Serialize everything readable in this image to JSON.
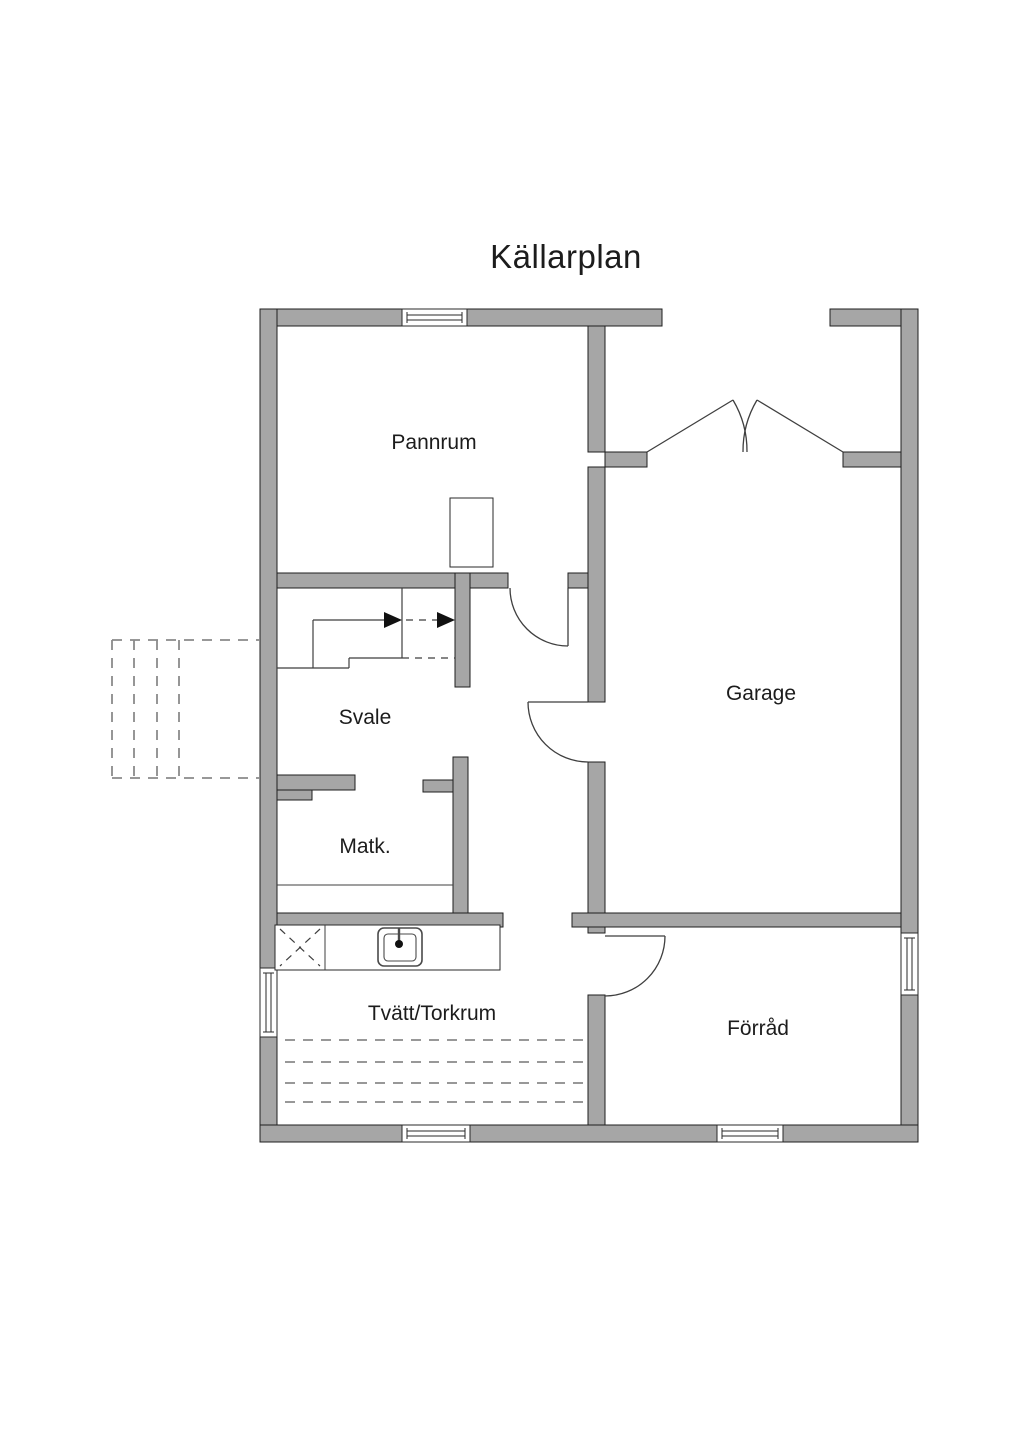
{
  "title": "Källarplan",
  "rooms": [
    {
      "name": "Pannrum"
    },
    {
      "name": "Garage"
    },
    {
      "name": "Svale"
    },
    {
      "name": "Matk."
    },
    {
      "name": "Tvätt/Torkrum"
    },
    {
      "name": "Förråd"
    }
  ],
  "colors": {
    "background": "#ffffff",
    "wall_fill": "#a6a6a6",
    "wall_outline": "#1f1f1f",
    "text": "#1c1c1c",
    "detail_line": "#3f3f3f",
    "dashed_line": "#8a8a8a"
  }
}
